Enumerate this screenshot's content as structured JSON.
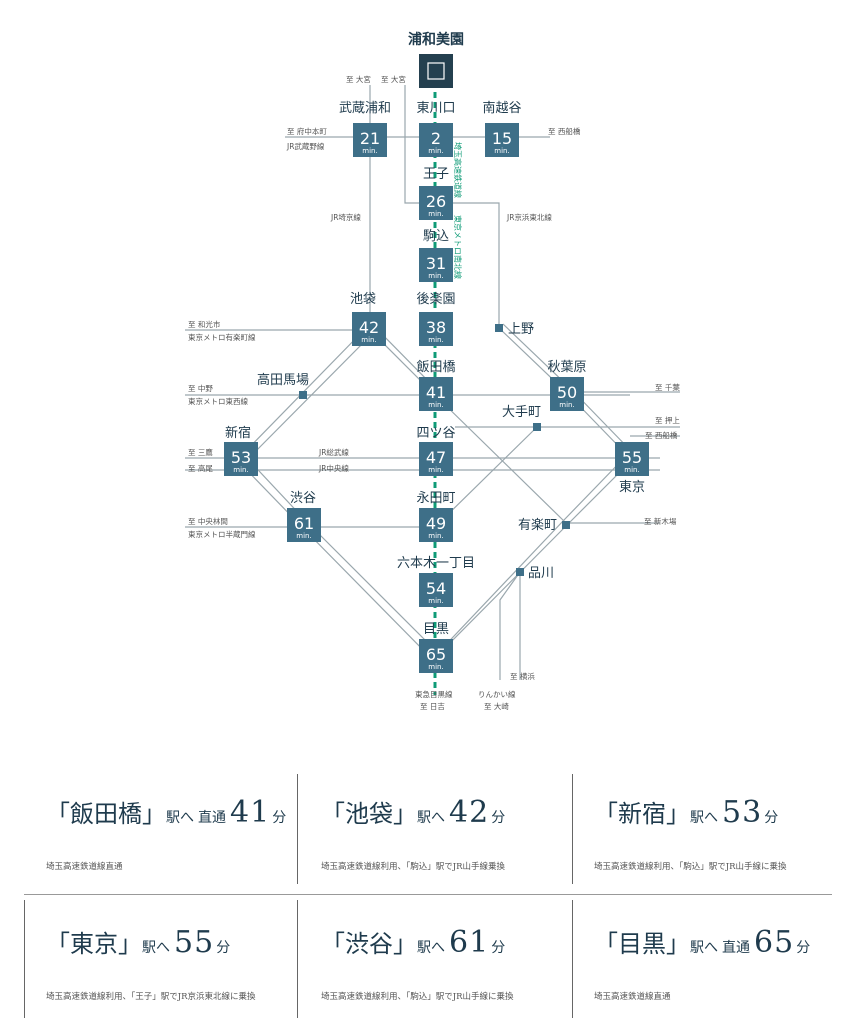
{
  "map": {
    "origin": "浦和美園",
    "stations": [
      {
        "id": "musashiurawa",
        "name": "武蔵浦和",
        "min": "21"
      },
      {
        "id": "higashikawaguchi",
        "name": "東川口",
        "min": "2"
      },
      {
        "id": "minamikoshigaya",
        "name": "南越谷",
        "min": "15"
      },
      {
        "id": "oji",
        "name": "王子",
        "min": "26"
      },
      {
        "id": "komagome",
        "name": "駒込",
        "min": "31"
      },
      {
        "id": "ikebukuro",
        "name": "池袋",
        "min": "42"
      },
      {
        "id": "korakuen",
        "name": "後楽園",
        "min": "38"
      },
      {
        "id": "iidabashi",
        "name": "飯田橋",
        "min": "41"
      },
      {
        "id": "akihabara",
        "name": "秋葉原",
        "min": "50"
      },
      {
        "id": "shinjuku",
        "name": "新宿",
        "min": "53"
      },
      {
        "id": "yotsuya",
        "name": "四ツ谷",
        "min": "47"
      },
      {
        "id": "tokyo",
        "name": "東京",
        "min": "55"
      },
      {
        "id": "shibuya",
        "name": "渋谷",
        "min": "61"
      },
      {
        "id": "nagatacho",
        "name": "永田町",
        "min": "49"
      },
      {
        "id": "roppongi",
        "name": "六本木一丁目",
        "min": "54"
      },
      {
        "id": "meguro",
        "name": "目黒",
        "min": "65"
      }
    ],
    "min_unit": "min.",
    "small_stations": {
      "ueno": "上野",
      "takadanobaba": "高田馬場",
      "otemachi": "大手町",
      "yurakucho": "有楽町",
      "shinagawa": "品川"
    },
    "notes": {
      "omiya1": "至 大宮",
      "omiya2": "至 大宮",
      "fuchunakamachi": "至 府中本町",
      "musashino": "JR武蔵野線",
      "nishifunabashi1": "至 西船橋",
      "saikyo": "JR埼京線",
      "keihintohoku": "JR京浜東北線",
      "saitama_line": "埼玉高速鉄道線",
      "namboku_line": "東京メトロ南北線",
      "wakoshi": "至 和光市",
      "yurakucho_line": "東京メトロ有楽町線",
      "nakano": "至 中野",
      "tozai": "東京メトロ東西線",
      "chiba": "至 千葉",
      "oshiage": "至 押上",
      "nishifunabashi2": "至 西船橋",
      "mitaka": "至 三鷹",
      "takao": "至 高尾",
      "sobu": "JR総武線",
      "chuo": "JR中央線",
      "shinkiba": "至 新木場",
      "chuorinkan": "至 中央林間",
      "hanzomon": "東京メトロ半蔵門線",
      "yokohama": "至 横浜",
      "tokyu_meguro": "東急目黒線",
      "hiyoshi": "至 日吉",
      "rinkai": "りんかい線",
      "osaki": "至 大崎"
    }
  },
  "cards": [
    {
      "name": "飯田橋",
      "suffix": "駅へ",
      "direct": "直通",
      "time": "41",
      "unit": "分",
      "desc": "埼玉高速鉄道線直通"
    },
    {
      "name": "池袋",
      "suffix": "駅へ",
      "direct": "",
      "time": "42",
      "unit": "分",
      "desc": "埼玉高速鉄道線利用、「駒込」駅でJR山手線乗換"
    },
    {
      "name": "新宿",
      "suffix": "駅へ",
      "direct": "",
      "time": "53",
      "unit": "分",
      "desc": "埼玉高速鉄道線利用、「駒込」駅でJR山手線に乗換"
    },
    {
      "name": "東京",
      "suffix": "駅へ",
      "direct": "",
      "time": "55",
      "unit": "分",
      "desc": "埼玉高速鉄道線利用、「王子」駅でJR京浜東北線に乗換"
    },
    {
      "name": "渋谷",
      "suffix": "駅へ",
      "direct": "",
      "time": "61",
      "unit": "分",
      "desc": "埼玉高速鉄道線利用、「駒込」駅でJR山手線に乗換"
    },
    {
      "name": "目黒",
      "suffix": "駅へ",
      "direct": "直通",
      "time": "65",
      "unit": "分",
      "desc": "埼玉高速鉄道線直通"
    }
  ],
  "colors": {
    "box": "#3e6f88",
    "origin": "#24404f",
    "accent": "#0f9b77",
    "line": "#9aa7ad"
  }
}
